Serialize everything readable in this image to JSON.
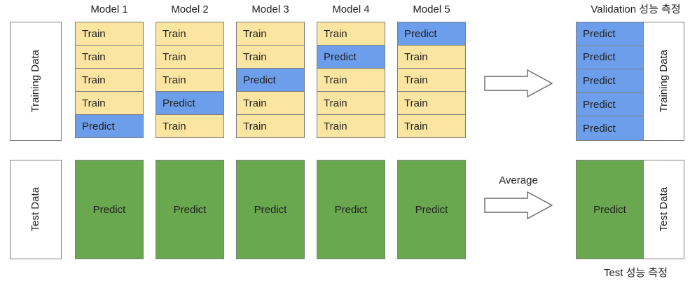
{
  "diagram": {
    "title_top_right": "Validation 성능 측정",
    "title_bottom_right": "Test 성능 측정",
    "average_label": "Average",
    "labels": {
      "training_data": "Training Data",
      "test_data": "Test Data",
      "train": "Train",
      "predict": "Predict"
    },
    "colors": {
      "train": "#fce5a0",
      "predict_blue": "#6d9eeb",
      "predict_green": "#6aa84f",
      "border": "#7f7f7f",
      "arrow_stroke": "#666666",
      "text": "#1f1f1f",
      "background": "#ffffff"
    },
    "model_headers": [
      "Model 1",
      "Model 2",
      "Model 3",
      "Model 4",
      "Model 5"
    ],
    "folds": [
      {
        "model": "Model 1",
        "rows": [
          "Train",
          "Train",
          "Train",
          "Train",
          "Predict"
        ],
        "predict_row_index": 4
      },
      {
        "model": "Model 2",
        "rows": [
          "Train",
          "Train",
          "Train",
          "Predict",
          "Train"
        ],
        "predict_row_index": 3
      },
      {
        "model": "Model 3",
        "rows": [
          "Train",
          "Train",
          "Predict",
          "Train",
          "Train"
        ],
        "predict_row_index": 2
      },
      {
        "model": "Model 4",
        "rows": [
          "Train",
          "Predict",
          "Train",
          "Train",
          "Train"
        ],
        "predict_row_index": 1
      },
      {
        "model": "Model 5",
        "rows": [
          "Predict",
          "Train",
          "Train",
          "Train",
          "Train"
        ],
        "predict_row_index": 0
      }
    ],
    "test_boxes": [
      "Predict",
      "Predict",
      "Predict",
      "Predict",
      "Predict"
    ],
    "validation_panel": {
      "cells": [
        "Predict",
        "Predict",
        "Predict",
        "Predict",
        "Predict"
      ],
      "side_label": "Training Data"
    },
    "test_panel": {
      "cell": "Predict",
      "side_label": "Test Data"
    }
  }
}
